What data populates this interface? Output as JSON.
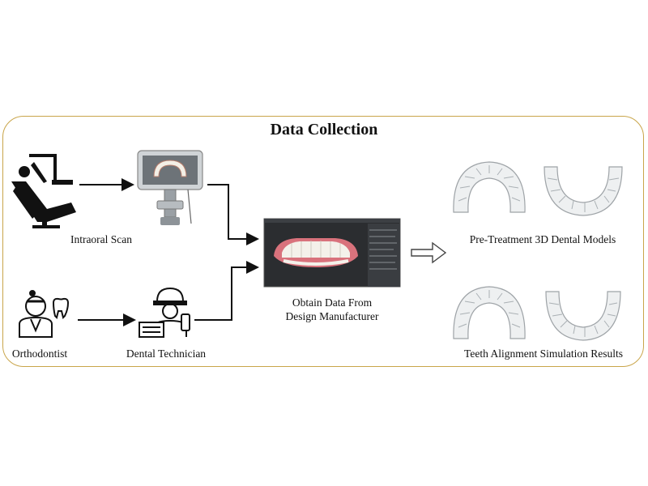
{
  "diagram": {
    "title": "Data Collection",
    "nodes": {
      "intraoral_scan": "Intraoral Scan",
      "orthodontist": "Orthodontist",
      "dental_technician": "Dental Technician",
      "obtain_data_line1": "Obtain Data From",
      "obtain_data_line2": "Design Manufacturer",
      "pre_treatment": "Pre-Treatment 3D Dental Models",
      "simulation": "Teeth Alignment Simulation Results"
    },
    "accent_color": "#c9a54a"
  }
}
